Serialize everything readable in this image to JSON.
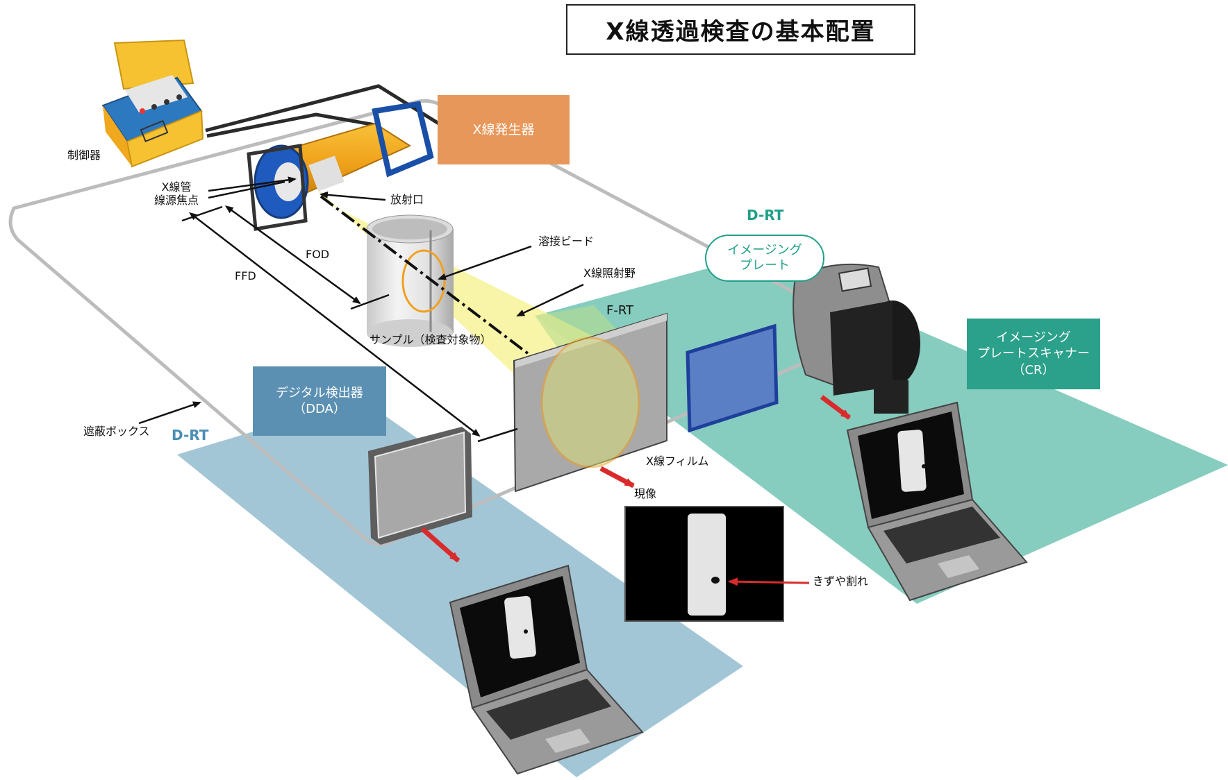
{
  "title": "X線透過検査の基本配置",
  "labels": {
    "controller": "制御器",
    "xray_generator": "X線発生器",
    "xray_tube_line1": "X線管",
    "xray_tube_line2": "線源焦点",
    "emission_port": "放射口",
    "weld_bead": "溶接ビード",
    "irradiation_field": "X線照射野",
    "fod": "FOD",
    "ffd": "FFD",
    "sample": "サンプル（検査対象物）",
    "frt": "F-RT",
    "xray_film": "X線フィルム",
    "development": "現像",
    "defect": "きずや割れ",
    "shield_box": "遮蔽ボックス",
    "drt_left": "D-RT",
    "drt_right": "D-RT",
    "dda_line1": "デジタル検出器",
    "dda_line2": "（DDA）",
    "imaging_plate_line1": "イメージング",
    "imaging_plate_line2": "プレート",
    "scanner_line1": "イメージング",
    "scanner_line2": "プレートスキャナー",
    "scanner_line3": "（CR）"
  },
  "colors": {
    "generator_box": "#e8975a",
    "dda_box": "#5b90b3",
    "dda_area": "#a3c6d6",
    "scanner_box": "#2ba08a",
    "cr_area": "#86cdbf",
    "drt_left_text": "#4a8fb5",
    "drt_right_text": "#21a08a",
    "beam": "#f7f39a",
    "arrow_red": "#d92b2b",
    "ellipse": "#f1a021"
  }
}
